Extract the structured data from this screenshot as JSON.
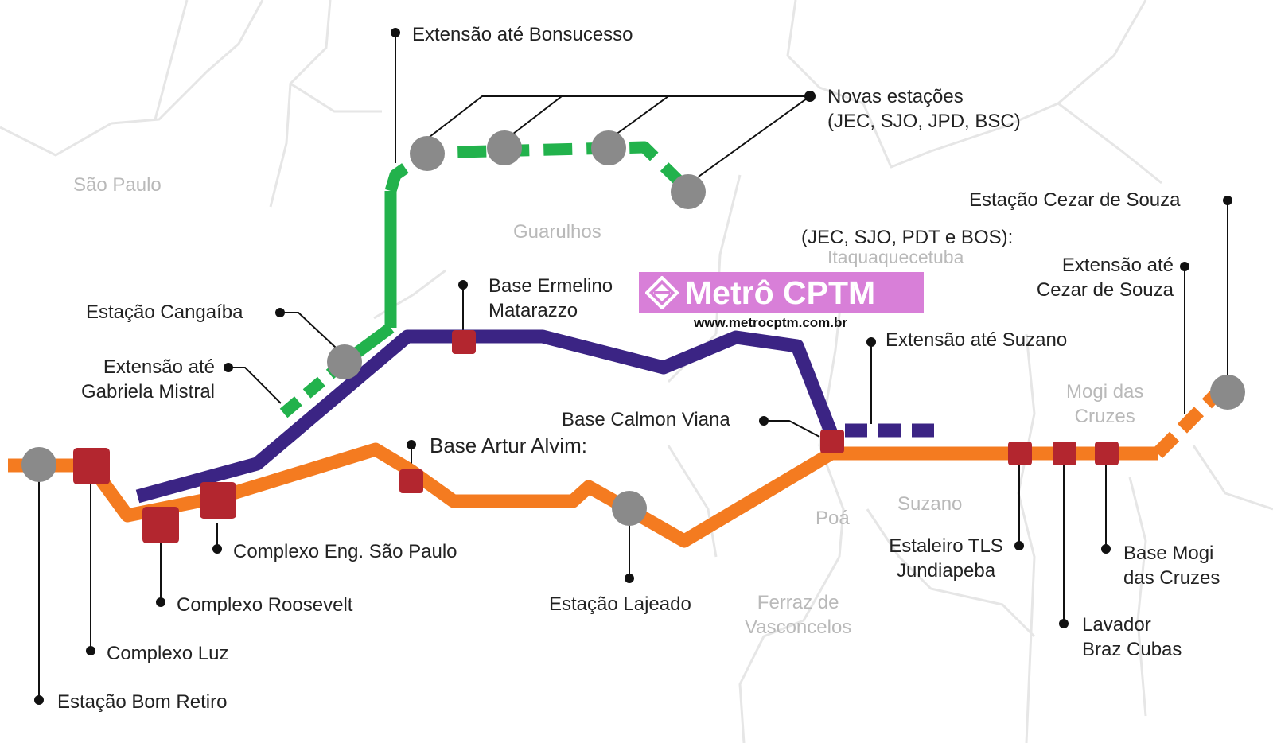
{
  "colors": {
    "orange_line": "#f47b20",
    "purple_line": "#3b2484",
    "green_line": "#22b24c",
    "base_square": "#b3262f",
    "station_circle": "#8a8a8a",
    "watermark": "#d87fd8"
  },
  "cities": {
    "sao_paulo": "São Paulo",
    "guarulhos": "Guarulhos",
    "itaquaquecetuba": "Itaquaquecetuba",
    "poa": "Poá",
    "suzano": "Suzano",
    "ferraz": [
      "Ferraz de",
      "Vasconcelos"
    ],
    "mogi": [
      "Mogi das",
      "Cruzes"
    ]
  },
  "labels": {
    "bonsucesso": "Extensão até Bonsucesso",
    "novas_estacoes": [
      "Novas estações",
      "(JEC, SJO, JPD, BSC)"
    ],
    "cezar_estacao": "Estação Cezar de Souza",
    "jec_bos": "(JEC, SJO, PDT e BOS):",
    "extensao_cezar": [
      "Extensão até",
      "Cezar de Souza"
    ],
    "base_ermelino": [
      "Base Ermelino",
      "Matarazzo"
    ],
    "cangaiba": "Estação Cangaíba",
    "gabriela": [
      "Extensão até",
      "Gabriela Mistral"
    ],
    "extensao_suzano": "Extensão até Suzano",
    "calmon": "Base Calmon Viana",
    "artur_alvim": "Base Artur Alvim:",
    "eng_sao_paulo": "Complexo Eng. São Paulo",
    "roosevelt": "Complexo Roosevelt",
    "luz": "Complexo Luz",
    "bom_retiro": "Estação Bom Retiro",
    "lajeado": "Estação Lajeado",
    "estaleiro": [
      "Estaleiro TLS",
      "Jundiapeba"
    ],
    "base_mogi": [
      "Base Mogi",
      "das Cruzes"
    ],
    "lavador": [
      "Lavador",
      "Braz Cubas"
    ]
  },
  "watermark": {
    "brand": "Metrô CPTM",
    "url": "www.metrocptm.com.br"
  }
}
